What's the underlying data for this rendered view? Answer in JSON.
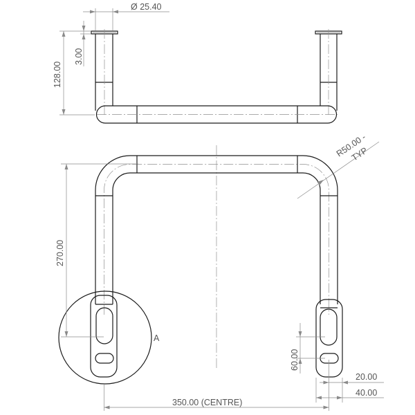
{
  "dimensions": {
    "diameter": "Ø 25.40",
    "flange_thickness": "3.00",
    "height": "128.00",
    "bend_radius_line1": "R50.00 -",
    "bend_radius_line2": "TYP",
    "leg_length": "270.00",
    "slot_spacing": "60.00",
    "plate_half_width": "20.00",
    "plate_width": "40.00",
    "centre_distance": "350.00 (CENTRE)"
  },
  "detail": {
    "label": "A"
  }
}
